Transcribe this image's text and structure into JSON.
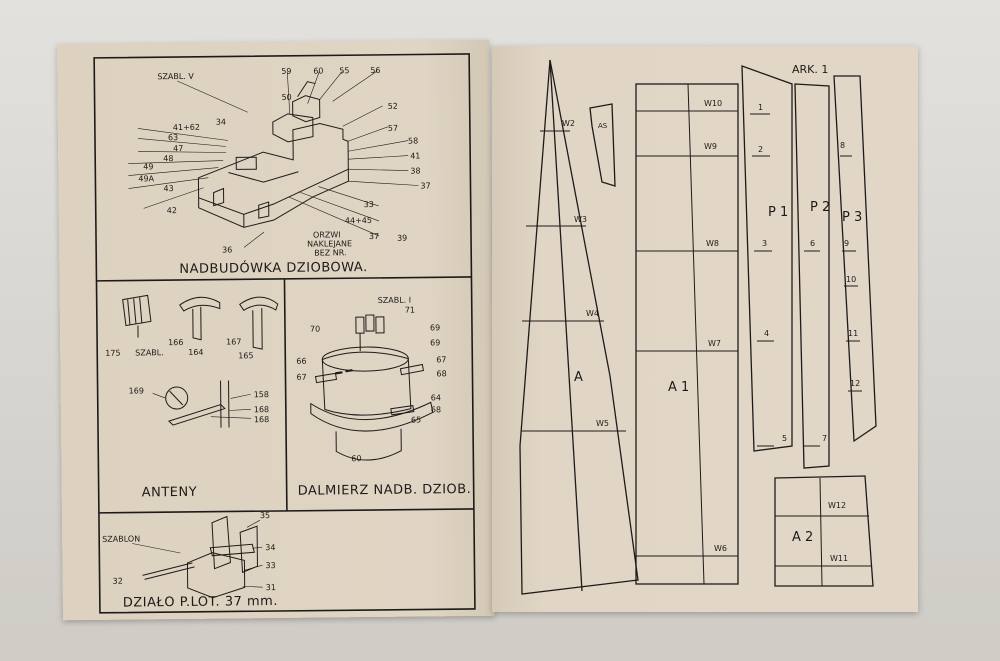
{
  "left": {
    "panel1": {
      "title": "NADBUDÓWKA DZIOBOWA.",
      "labels": [
        "SZABL. V",
        "59",
        "60",
        "55",
        "56",
        "50",
        "52",
        "34",
        "57",
        "41+62",
        "63",
        "58",
        "47",
        "48",
        "41",
        "49",
        "38",
        "49A",
        "43",
        "37",
        "42",
        "33",
        "44+45",
        "ORZWI",
        "NAKLEJANE",
        "BEZ NR.",
        "37",
        "39",
        "36"
      ]
    },
    "panel2": {
      "title": "ANTENY",
      "labels": [
        "175",
        "SZABL.",
        "166",
        "164",
        "167",
        "165",
        "169",
        "158",
        "168",
        "168"
      ]
    },
    "panel3": {
      "title": "DALMIERZ NADB. DZIOB.",
      "labels": [
        "SZABL. I",
        "71",
        "70",
        "69",
        "69",
        "66",
        "67",
        "67",
        "68",
        "68",
        "64",
        "65",
        "60"
      ]
    },
    "panel4": {
      "title": "DZIAŁO P.LOT. 37 mm.",
      "labels": [
        "35",
        "SZABLON",
        "34",
        "32",
        "33",
        "31"
      ]
    }
  },
  "right": {
    "sheet_label": "ARK. 1",
    "parts": [
      "A",
      "A 1",
      "A 2",
      "P 1",
      "P 2",
      "P 3"
    ],
    "w_labels": [
      "W2",
      "W3",
      "W4",
      "W5",
      "W10",
      "W9",
      "W8",
      "W7",
      "W6",
      "W12",
      "W11"
    ],
    "numbers": [
      "1",
      "2",
      "3",
      "4",
      "5",
      "6",
      "7",
      "8",
      "9",
      "10",
      "11",
      "12"
    ],
    "small_part": "AS"
  }
}
